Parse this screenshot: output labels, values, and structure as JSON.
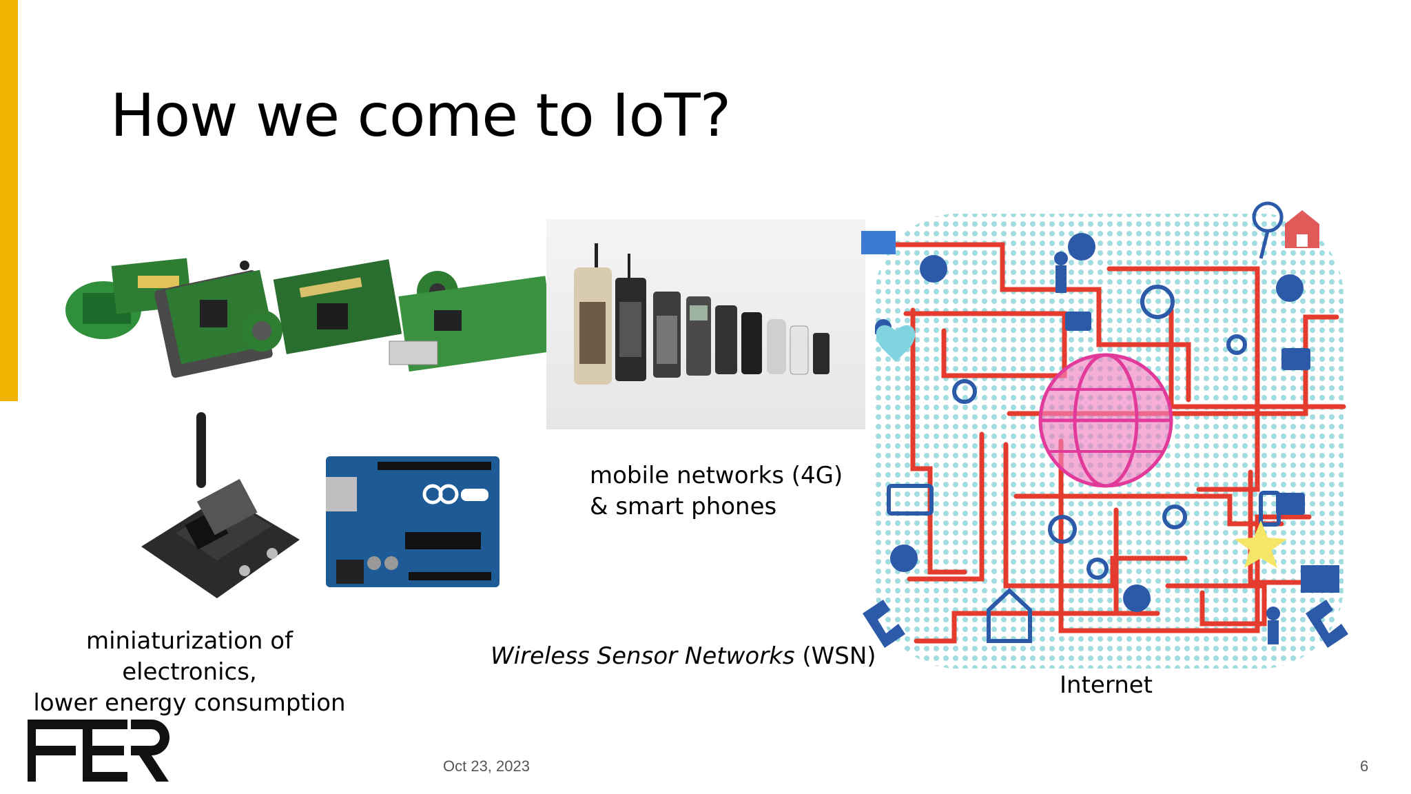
{
  "slide": {
    "title": "How we come to IoT?",
    "captions": {
      "miniaturization_line1": "miniaturization of electronics,",
      "miniaturization_line2": "lower energy consumption",
      "wsn_italic": "Wireless Sensor Networks",
      "wsn_rest": " (WSN)",
      "mobile_line1": "mobile networks (4G)",
      "mobile_line2": "& smart phones",
      "internet": "Internet"
    },
    "footer": {
      "date": "Oct 23, 2023",
      "page_number": "6"
    }
  },
  "colors": {
    "accent": "#f0b400",
    "network_lines": "#e53b2e",
    "globe": "#e23a9a",
    "icons_blue": "#2c5aa8",
    "pcb_green": "#2e7d32",
    "arduino_blue": "#1e5b96"
  }
}
